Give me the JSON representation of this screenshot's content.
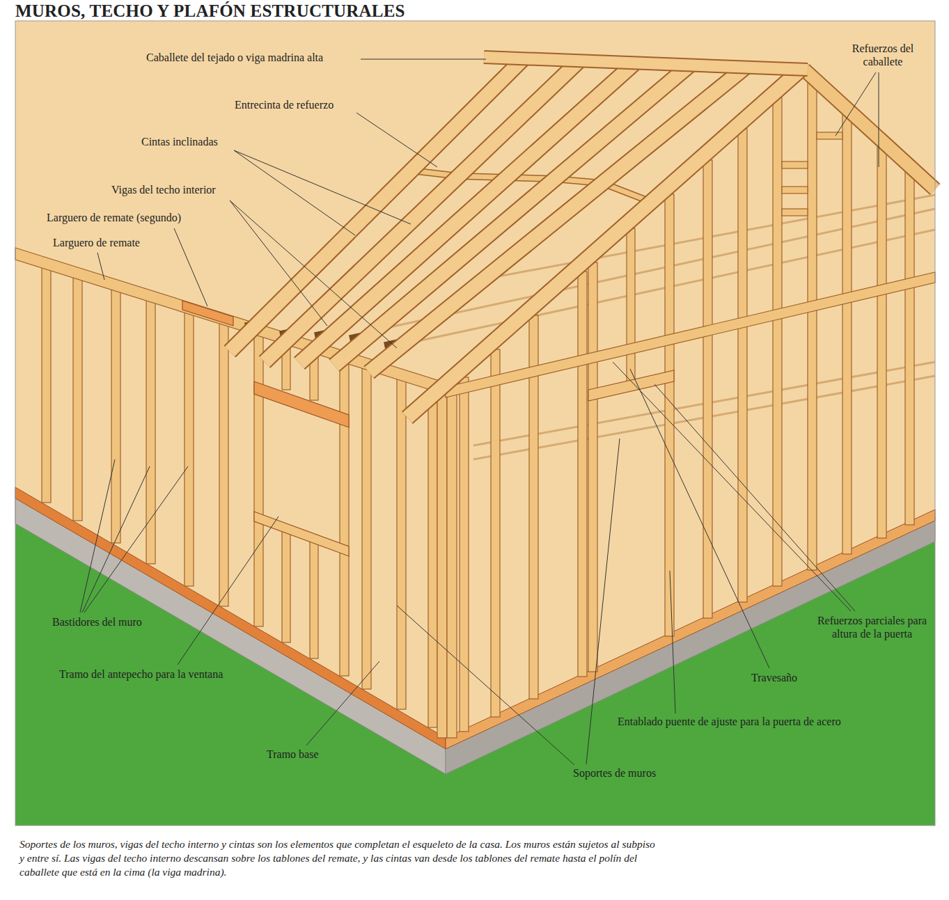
{
  "diagram": {
    "title": "MUROS, TECHO Y PLAFÓN ESTRUCTURALES",
    "caption": "Soportes de los muros, vigas del techo interno y cintas son los elementos que completan el esqueleto de la casa. Los muros están sujetos al subpiso y entre sí. Las vigas del techo interno descansan sobre los tablones del remate, y las cintas van desde los tablones del remate hasta el polín del caballete que está en la cima (la viga madrina).",
    "labels": [
      "Caballete del tejado o viga madrina alta",
      "Refuerzos del caballete",
      "Entrecinta de refuerzo",
      "Cintas inclinadas",
      "Vigas del techo interior",
      "Larguero de remate (segundo)",
      "Larguero de remate",
      "Bastidores del muro",
      "Tramo del antepecho para la ventana",
      "Tramo base",
      "Soportes de muros",
      "Entablado puente de ajuste para la puerta de acero",
      "Travesaño",
      "Refuerzos parciales para altura de la puerta"
    ]
  }
}
